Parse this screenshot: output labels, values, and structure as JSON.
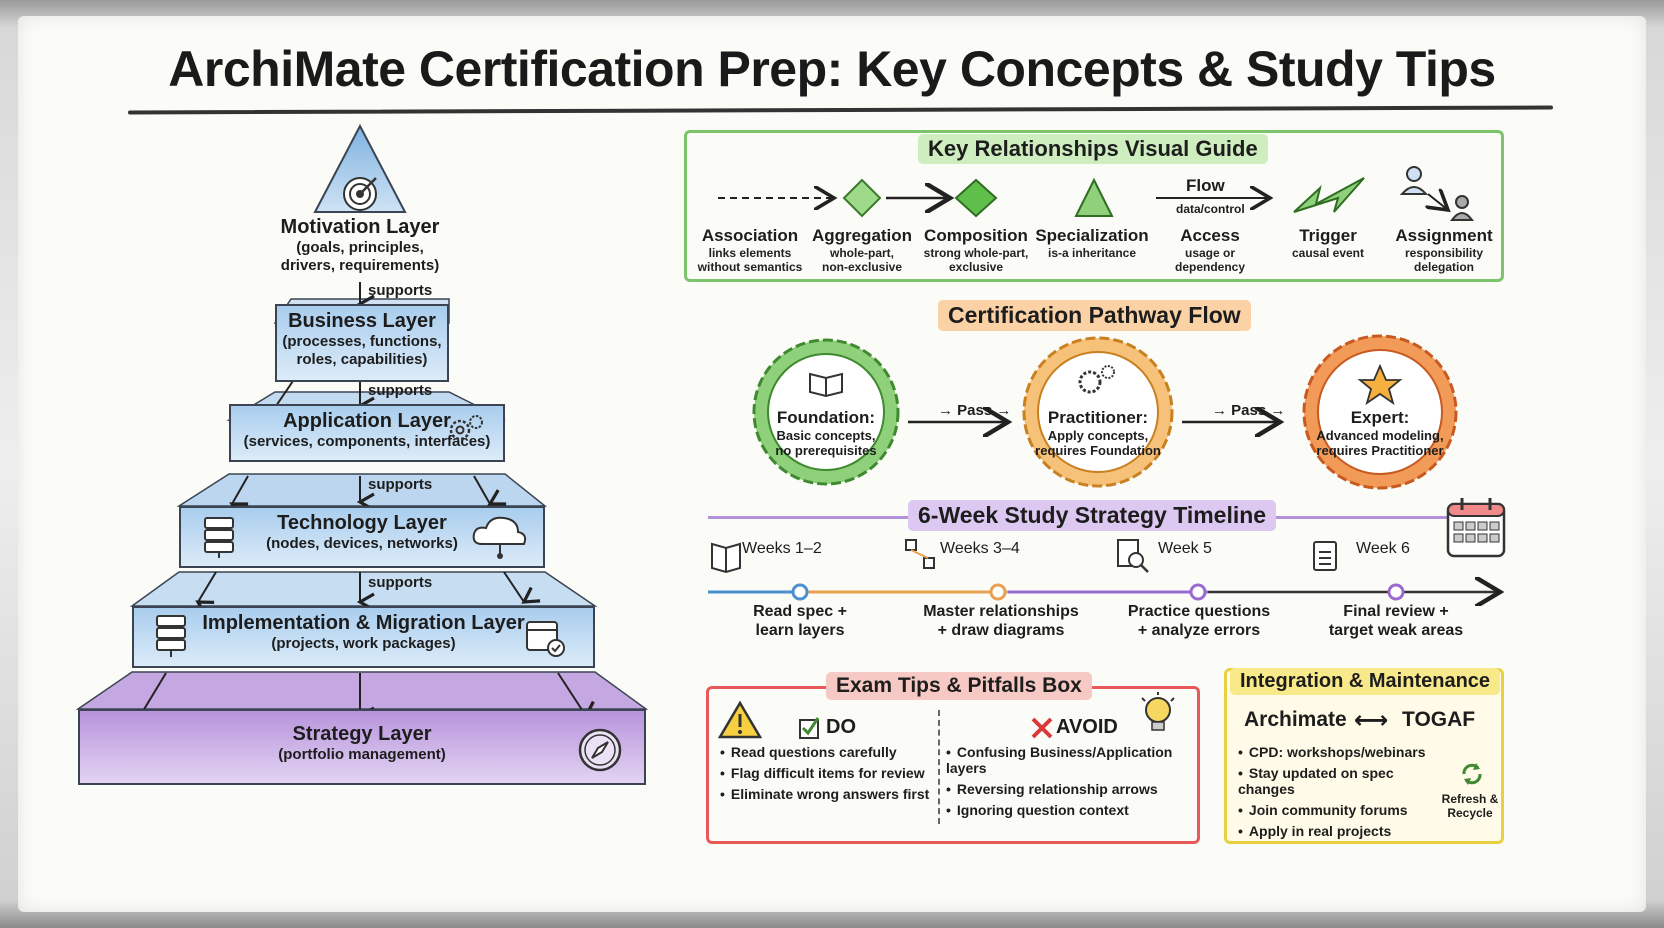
{
  "title": "ArchiMate Certification Prep: Key Concepts & Study Tips",
  "pyramid": {
    "supports_label": "supports",
    "layers": [
      {
        "name": "Motivation Layer",
        "desc": [
          "(goals, principles,",
          "drivers, requirements)"
        ],
        "icon": "target-icon"
      },
      {
        "name": "Business Layer",
        "desc": [
          "(processes, functions,",
          "roles, capabilities)"
        ]
      },
      {
        "name": "Application Layer",
        "desc": [
          "(services, components, interfaces)"
        ],
        "icon": "gears-icon"
      },
      {
        "name": "Technology Layer",
        "desc": [
          "(nodes, devices, networks)"
        ],
        "icon": "cloud-icon"
      },
      {
        "name": "Implementation & Migration Layer",
        "desc": [
          "(projects, work packages)"
        ],
        "icon": "calendar-check-icon"
      },
      {
        "name": "Strategy Layer",
        "desc": [
          "(portfolio management)"
        ],
        "icon": "compass-icon"
      }
    ]
  },
  "relationships": {
    "label": "Key Relationships Visual Guide",
    "flow_label": "Flow",
    "flow_sub": "data/control",
    "items": [
      {
        "name": "Association",
        "desc": [
          "links elements",
          "without semantics"
        ]
      },
      {
        "name": "Aggregation",
        "desc": [
          "whole-part,",
          "non-exclusive"
        ]
      },
      {
        "name": "Composition",
        "desc": [
          "strong whole-part,",
          "exclusive"
        ]
      },
      {
        "name": "Specialization",
        "desc": [
          "is-a inheritance"
        ]
      },
      {
        "name": "Access",
        "desc": [
          "usage or",
          "dependency"
        ]
      },
      {
        "name": "Trigger",
        "desc": [
          "causal event"
        ]
      },
      {
        "name": "Assignment",
        "desc": [
          "responsibility",
          "delegation"
        ]
      }
    ]
  },
  "pathway": {
    "label": "Certification Pathway Flow",
    "pass_label": "→ Pass →",
    "stages": [
      {
        "title": "Foundation:",
        "desc": [
          "Basic concepts,",
          "no prerequisites"
        ],
        "color": "#5aa84a"
      },
      {
        "title": "Practitioner:",
        "desc": [
          "Apply concepts,",
          "requires Foundation"
        ],
        "color": "#e8a040"
      },
      {
        "title": "Expert:",
        "desc": [
          "Advanced modeling,",
          "requires Practitioner"
        ],
        "color": "#e87a3a"
      }
    ]
  },
  "timeline": {
    "label": "6-Week Study Strategy Timeline",
    "weeks": [
      {
        "title": "Weeks 1–2",
        "desc": [
          "Read spec +",
          "learn layers"
        ],
        "color": "#4a8fd0"
      },
      {
        "title": "Weeks 3–4",
        "desc": [
          "Master relationships",
          "+ draw diagrams"
        ],
        "color": "#e8a050"
      },
      {
        "title": "Week 5",
        "desc": [
          "Practice questions",
          "+ analyze errors"
        ],
        "color": "#9a6ad0"
      },
      {
        "title": "Week 6",
        "desc": [
          "Final review +",
          "target weak areas"
        ],
        "color": "#9a6ad0"
      }
    ]
  },
  "exam": {
    "label": "Exam Tips & Pitfalls Box",
    "do_label": "DO",
    "avoid_label": "AVOID",
    "do_items": [
      "Read questions carefully",
      "Flag difficult items for review",
      "Eliminate wrong answers first"
    ],
    "avoid_items": [
      "Confusing Business/Application layers",
      "Reversing relationship arrows",
      "Ignoring question context"
    ]
  },
  "integration": {
    "label": "Integration & Maintenance",
    "left": "Archimate",
    "right": "TOGAF",
    "items": [
      "CPD: workshops/webinars",
      "Stay updated on spec changes",
      "Join community forums",
      "Apply in real projects"
    ],
    "refresh_label": [
      "Refresh &",
      "Recycle"
    ]
  }
}
